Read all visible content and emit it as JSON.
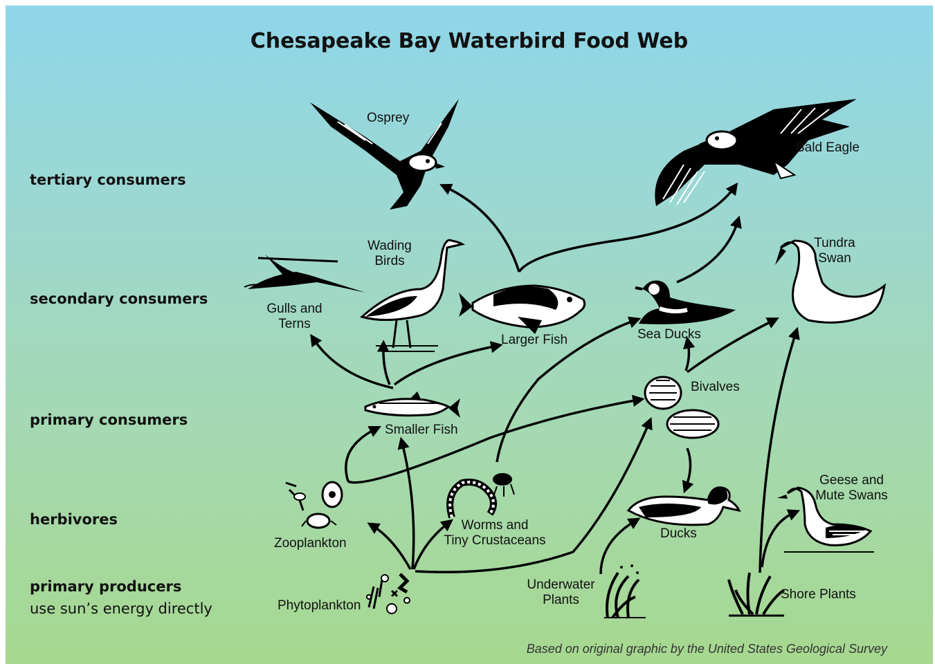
{
  "title": "Chesapeake Bay Waterbird Food Web",
  "levels": {
    "tertiary": "tertiary consumers",
    "secondary": "secondary consumers",
    "primary": "primary consumers",
    "herbivores": "herbivores",
    "producers": "primary producers",
    "producers_note": "use sun’s energy directly"
  },
  "organisms": {
    "osprey": "Osprey",
    "bald_eagle": "Bald Eagle",
    "wading_birds": [
      "Wading",
      "Birds"
    ],
    "gulls_terns": [
      "Gulls and",
      "Terns"
    ],
    "larger_fish": "Larger Fish",
    "sea_ducks": "Sea Ducks",
    "tundra_swan": [
      "Tundra",
      "Swan"
    ],
    "smaller_fish": "Smaller Fish",
    "bivalves": "Bivalves",
    "zooplankton": "Zooplankton",
    "worms_crustaceans": [
      "Worms and",
      "Tiny Crustaceans"
    ],
    "ducks": "Ducks",
    "geese_mute_swans": [
      "Geese and",
      "Mute Swans"
    ],
    "phytoplankton": "Phytoplankton",
    "underwater_plants": [
      "Underwater",
      "Plants"
    ],
    "shore_plants": "Shore Plants"
  },
  "credit": "Based on original graphic by the United States Geological Survey",
  "links": [
    [
      "Phytoplankton",
      "Zooplankton"
    ],
    [
      "Phytoplankton",
      "Smaller Fish"
    ],
    [
      "Phytoplankton",
      "Worms and Tiny Crustaceans"
    ],
    [
      "Phytoplankton",
      "Bivalves"
    ],
    [
      "Zooplankton",
      "Smaller Fish"
    ],
    [
      "Zooplankton",
      "Bivalves"
    ],
    [
      "Smaller Fish",
      "Gulls and Terns"
    ],
    [
      "Smaller Fish",
      "Wading Birds"
    ],
    [
      "Smaller Fish",
      "Larger Fish"
    ],
    [
      "Larger Fish",
      "Osprey"
    ],
    [
      "Larger Fish",
      "Bald Eagle"
    ],
    [
      "Worms and Tiny Crustaceans",
      "Sea Ducks"
    ],
    [
      "Bivalves",
      "Sea Ducks"
    ],
    [
      "Bivalves",
      "Tundra Swan"
    ],
    [
      "Bivalves",
      "Ducks"
    ],
    [
      "Sea Ducks",
      "Bald Eagle"
    ],
    [
      "Underwater Plants",
      "Ducks"
    ],
    [
      "Shore Plants",
      "Tundra Swan"
    ],
    [
      "Shore Plants",
      "Geese and Mute Swans"
    ]
  ]
}
